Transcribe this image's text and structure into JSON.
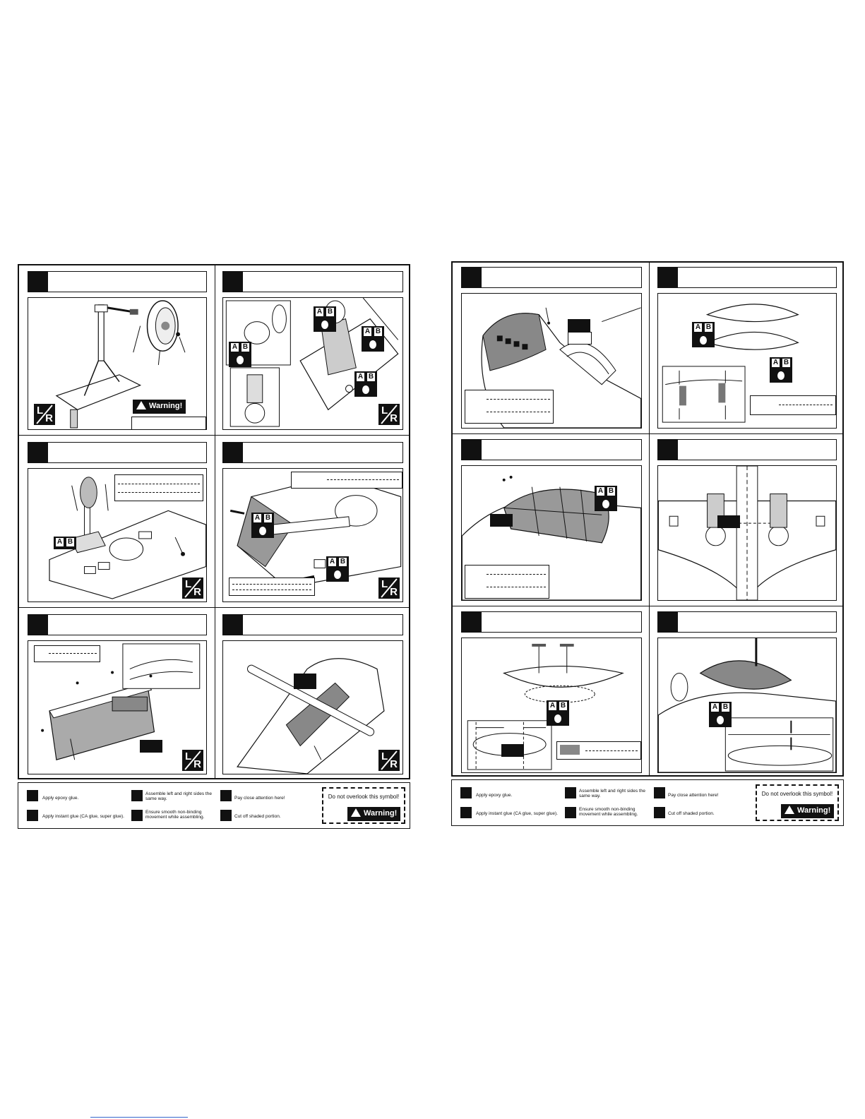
{
  "warning_label": "Warning!",
  "legend": {
    "epoxy": "Apply epoxy glue.",
    "ca": "Apply instant glue (CA glue, super glue).",
    "lr": "Assemble left and right sides the same way.",
    "smooth": "Ensure smooth non-binding movement while assembling.",
    "attention": "Pay close attention here!",
    "cut": "Cut off shaded portion.",
    "overlook": "Do not overlook this symbol!"
  },
  "legend_right": {
    "epoxy": "Apply epoxy glue.",
    "ca": "Apply instant glue (CA glue, super glue).",
    "lr": "Assemble left and right sides the same way.",
    "smooth": "Ensure smooth non-binding movement while assembling.",
    "attention": "Pay close attention here!",
    "cut": "Cut off shaded portion.",
    "overlook": "Do not overlook this symbol!"
  },
  "badge": {
    "l": "L",
    "r": "R"
  },
  "ab": {
    "a": "A",
    "b": "B"
  },
  "icons": {
    "epoxy": "ab-glue-icon",
    "ca": "ca-glue-icon",
    "lr": "left-right-icon",
    "smooth": "smooth-movement-icon",
    "attention": "pointing-hand-icon",
    "cut": "cut-shaded-icon",
    "warning": "warning-triangle-icon"
  }
}
